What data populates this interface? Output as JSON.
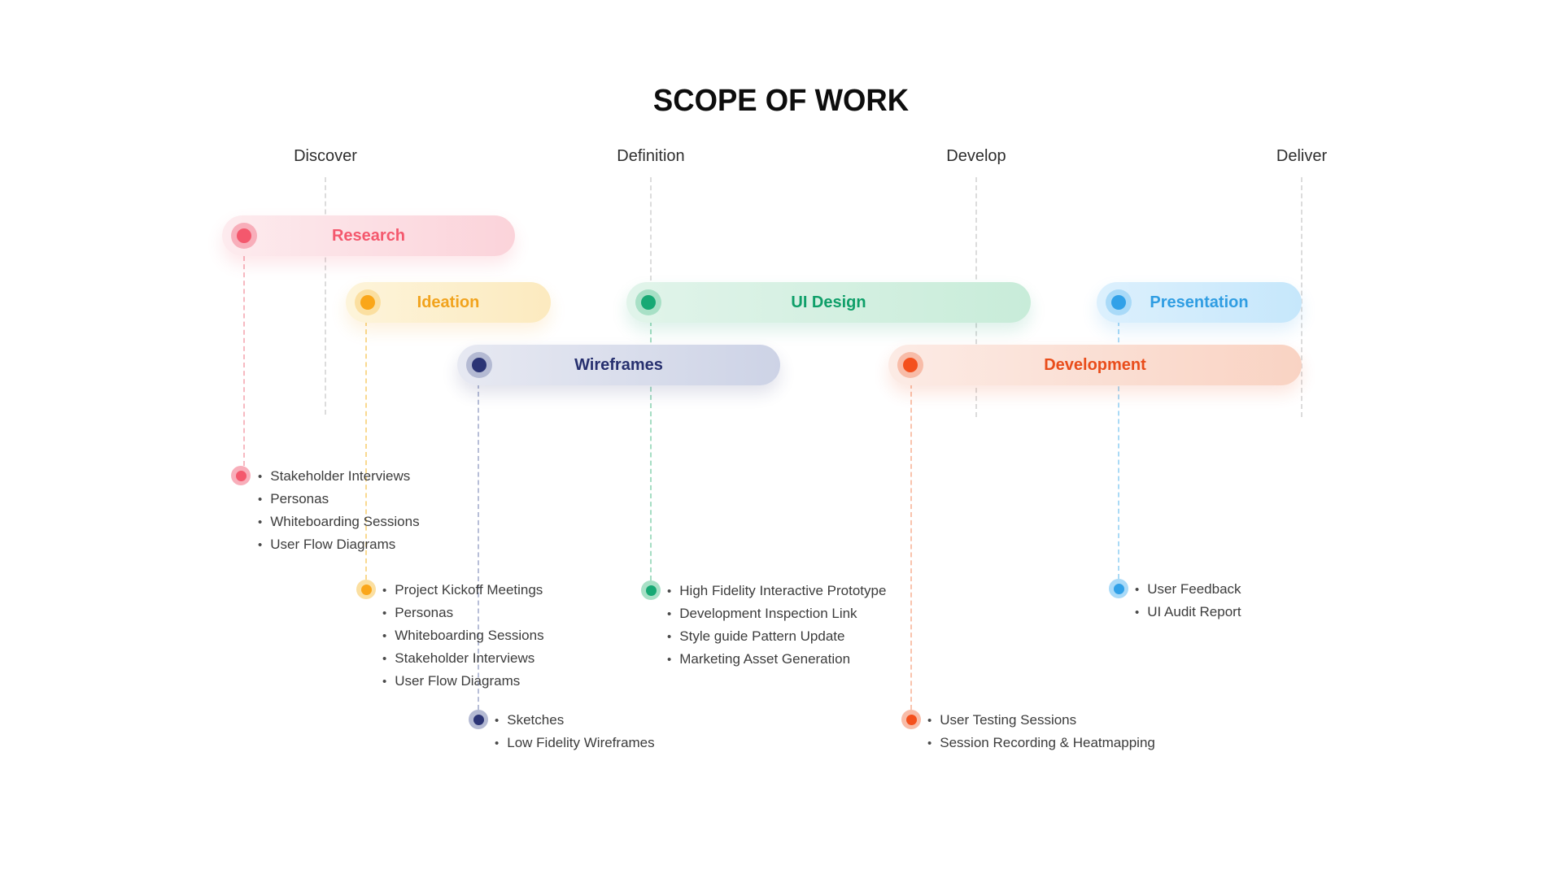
{
  "title": "SCOPE OF WORK",
  "columns": [
    {
      "label": "Discover"
    },
    {
      "label": "Definition"
    },
    {
      "label": "Develop"
    },
    {
      "label": "Deliver"
    }
  ],
  "phases": {
    "research": {
      "label": "Research",
      "accent_color": "#f4586d",
      "tasks": [
        "Stakeholder Interviews",
        "Personas",
        "Whiteboarding Sessions",
        "User Flow Diagrams"
      ]
    },
    "ideation": {
      "label": "Ideation",
      "accent_color": "#faa619",
      "tasks": [
        "Project Kickoff Meetings",
        "Personas",
        "Whiteboarding Sessions",
        "Stakeholder Interviews",
        "User Flow Diagrams"
      ]
    },
    "wireframes": {
      "label": "Wireframes",
      "accent_color": "#2b3475",
      "tasks": [
        "Sketches",
        "Low Fidelity Wireframes"
      ]
    },
    "ui_design": {
      "label": "UI Design",
      "accent_color": "#17a974",
      "tasks": [
        "High Fidelity Interactive Prototype",
        "Development Inspection Link",
        "Style guide Pattern Update",
        "Marketing Asset Generation"
      ]
    },
    "development": {
      "label": "Development",
      "accent_color": "#f4501d",
      "tasks": [
        "User Testing Sessions",
        "Session Recording & Heatmapping"
      ]
    },
    "presentation": {
      "label": "Presentation",
      "accent_color": "#31a1e8",
      "tasks": [
        "User Feedback",
        "UI Audit Report"
      ]
    }
  }
}
